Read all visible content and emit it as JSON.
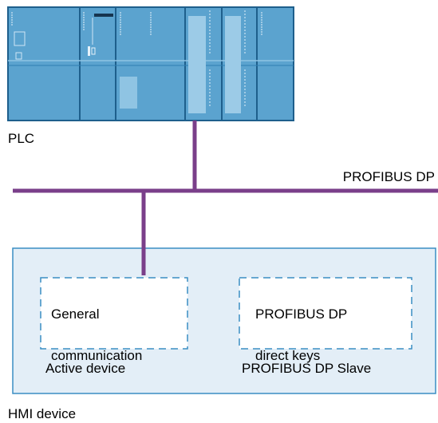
{
  "labels": {
    "plc": "PLC",
    "bus": "PROFIBUS DP",
    "hmi_device": "HMI device",
    "active_device": "Active device",
    "slave": "PROFIBUS DP Slave"
  },
  "boxes": {
    "general": {
      "line1": "General",
      "line2": "communication"
    },
    "direct_keys": {
      "line1": "PROFIBUS DP",
      "line2": "direct keys"
    }
  },
  "colors": {
    "bus": "#7a3f8a",
    "plc_body": "#5ba3cf",
    "plc_dark": "#2f7fb2",
    "plc_edge": "#1e5f8c",
    "hmi_fill": "#e3eef7",
    "hmi_border": "#3a8ec4",
    "dash": "#3a8ec4"
  }
}
